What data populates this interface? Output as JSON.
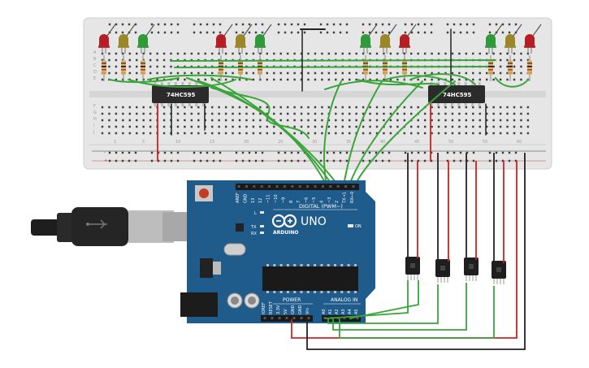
{
  "breadboard": {
    "column_numbers": [
      "1",
      "5",
      "10",
      "15",
      "20",
      "25",
      "30",
      "35",
      "40",
      "45",
      "50",
      "55",
      "60"
    ],
    "row_letters_top": [
      "A",
      "B",
      "C",
      "D",
      "E"
    ],
    "row_letters_bottom": [
      "F",
      "G",
      "H",
      "I",
      "J"
    ],
    "rail_signs": [
      "-",
      "+"
    ]
  },
  "shift_registers": [
    {
      "label": "74HC595"
    },
    {
      "label": "74HC595"
    }
  ],
  "leds": {
    "colors": {
      "red": "#b51f24",
      "yellow": "#9b8728",
      "green": "#2e9a3a"
    },
    "groups": [
      [
        "red",
        "yellow",
        "green"
      ],
      [
        "red",
        "yellow",
        "green"
      ],
      [
        "green",
        "yellow",
        "red"
      ],
      [
        "green",
        "yellow",
        "red"
      ]
    ]
  },
  "wires": {
    "green": "#3aa53a",
    "red": "#d22020",
    "black": "#222222"
  },
  "arduino": {
    "board_color": "#1f5c8c",
    "brand": "ARDUINO",
    "model": "UNO",
    "digital_label": "DIGITAL (PWM~)",
    "power_label": "POWER",
    "analog_label": "ANALOG IN",
    "on_label": "ON",
    "led_labels": [
      "L",
      "TX",
      "RX"
    ],
    "digital_pins": [
      "AREF",
      "GND",
      "13",
      "12",
      "~11",
      "~10",
      "~9",
      "8",
      "7",
      "~6",
      "~5",
      "4",
      "~3",
      "2",
      "TX→1",
      "RX←0"
    ],
    "power_pins": [
      "IOREF",
      "RESET",
      "3.3V",
      "5V",
      "GND",
      "GND",
      "Vin"
    ],
    "analog_pins": [
      "A0",
      "A1",
      "A2",
      "A3",
      "A4",
      "A5"
    ]
  },
  "buttons": {
    "count": 4
  }
}
